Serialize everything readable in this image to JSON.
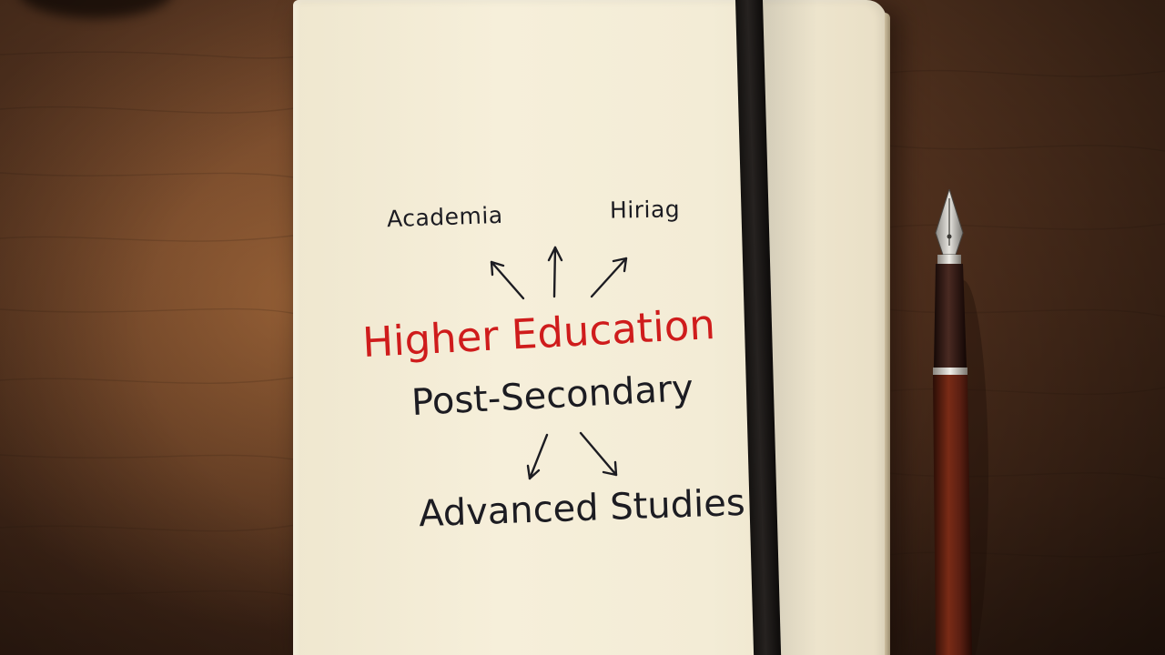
{
  "notebook": {
    "top_labels": {
      "left": "Academia",
      "right": "Hiriag"
    },
    "center_title": "Higher Education",
    "subtitle": "Post-Secondary",
    "bottom_label": "Advanced Studies"
  },
  "colors": {
    "title_red": "#cf1c1c",
    "ink": "#1c1c22",
    "paper": "#f4edd7",
    "wood": "#5a3621",
    "band": "#1a1714",
    "pen_body": "#5a1f12"
  }
}
